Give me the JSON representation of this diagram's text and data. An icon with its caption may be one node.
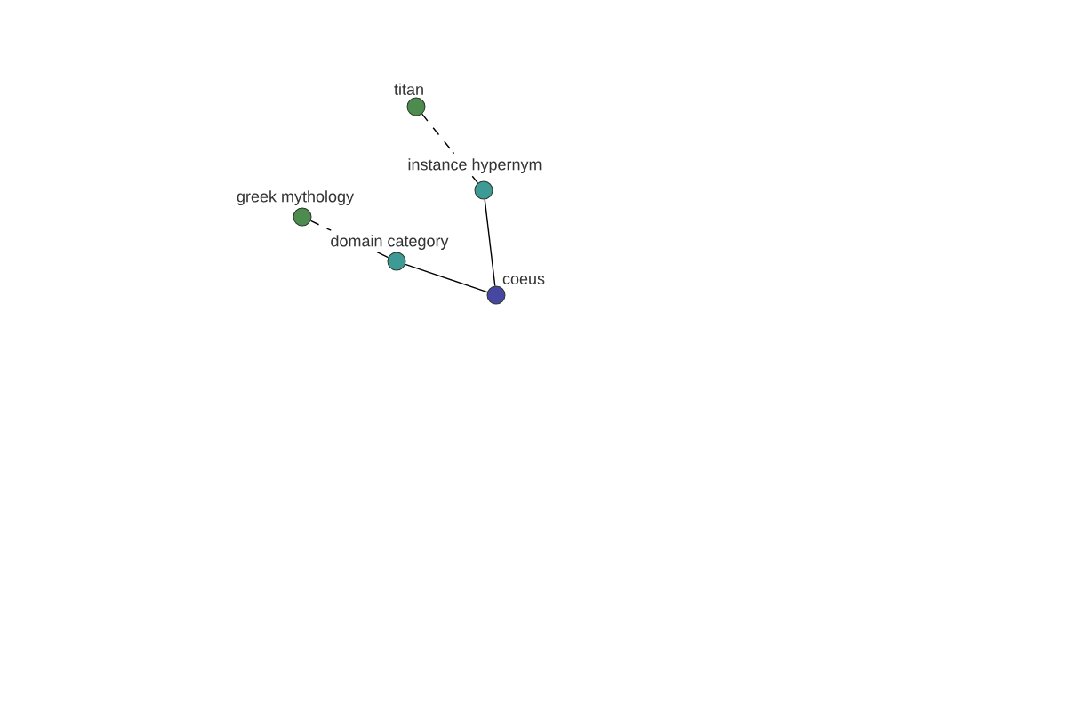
{
  "diagram": {
    "nodes": [
      {
        "text": [
          "titan"
        ]
      },
      {
        "text": [
          "instance hypernym"
        ]
      },
      {
        "text": [
          "greek mythology"
        ]
      },
      {
        "text": [
          "domain category"
        ]
      },
      {
        "text": [
          "coeus"
        ]
      }
    ],
    "edges": [
      {
        "from": 0,
        "to": 1,
        "arrow": "none",
        "style": "dashed"
      },
      {
        "from": 1,
        "to": 4,
        "arrow": "none"
      },
      {
        "from": 2,
        "to": 3,
        "arrow": "none",
        "style": "dashed"
      },
      {
        "from": 3,
        "to": 4,
        "arrow": "none"
      }
    ]
  }
}
